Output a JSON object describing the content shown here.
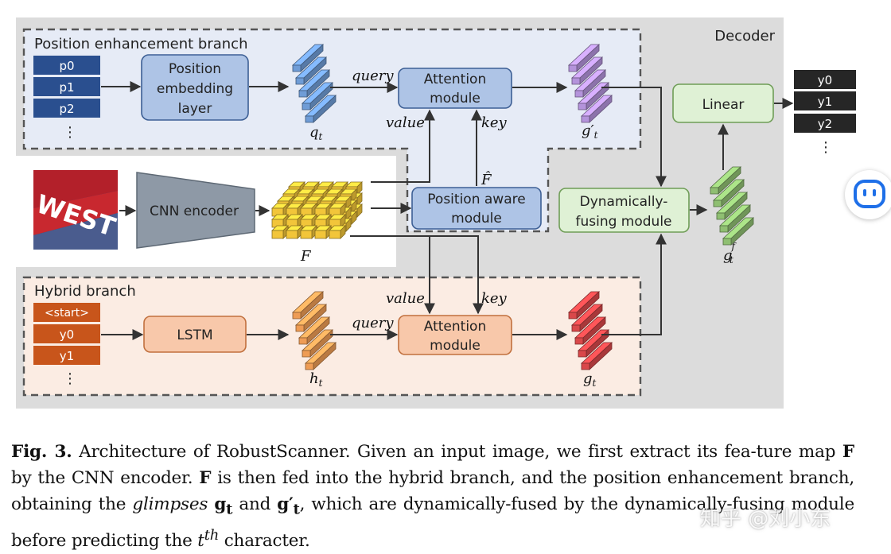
{
  "diagram": {
    "decoder_label": "Decoder",
    "pos_branch_label": "Position enhancement branch",
    "hybrid_branch_label": "Hybrid branch",
    "pos_inputs": [
      "p0",
      "p1",
      "p2"
    ],
    "hyb_inputs": [
      "<start>",
      "y0",
      "y1"
    ],
    "outputs": [
      "y0",
      "y1",
      "y2"
    ],
    "ellipsis": "⋮",
    "pos_embed": [
      "Position",
      "embedding",
      "layer"
    ],
    "attention": [
      "Attention",
      "module"
    ],
    "position_aware": [
      "Position aware",
      "module"
    ],
    "cnn_encoder": "CNN encoder",
    "lstm": "LSTM",
    "linear": "Linear",
    "dynamic_fusing": [
      "Dynamically-",
      "fusing module"
    ],
    "input_image_text": "WEST",
    "edge_labels": {
      "query": "query",
      "value": "value",
      "key": "key",
      "q_t": "q",
      "h_t": "h",
      "g_t": "g",
      "g_prime": "g′",
      "g_f": "g",
      "F": "F",
      "F_hat": "F̂",
      "sub_t": "t",
      "sup_f": "f"
    }
  },
  "caption": {
    "fig_label": "Fig. 3.",
    "p1": "Architecture of RobustScanner. Given an input image, we first extract its fea-ture map",
    "F1": "F",
    "p2": "by the CNN encoder.",
    "F2": "F",
    "p3": "is then fed into the hybrid branch, and the position enhancement branch, obtaining the",
    "glimpses": "glimpses",
    "gt": "g",
    "gt_sub": "t",
    "and": "and",
    "gtp": "g′",
    "gtp_sub": "t",
    "p4": ", which are dynamically-fused by the dynamically-fusing module before predicting the",
    "t": "t",
    "th": "th",
    "p5": "character."
  },
  "watermark": "知乎 @刘小东",
  "colors": {
    "decoder_bg": "#dcdcdc",
    "pos_bg": "#e6ebf6",
    "hybrid_bg": "#fbece3",
    "blue_box": "#aec4e6",
    "orange_box": "#f8c8aa",
    "green_box": "#dff1d5",
    "token_blue": "#2a4f8f",
    "token_orange": "#c8551b",
    "token_dark": "#262626",
    "feat_blue": "#6f9cd6",
    "feat_purple": "#b493db",
    "feat_orange": "#ee9c55",
    "feat_red": "#d9484a",
    "feat_green": "#8fbf72",
    "feat_yellow": "#f2c53a"
  }
}
